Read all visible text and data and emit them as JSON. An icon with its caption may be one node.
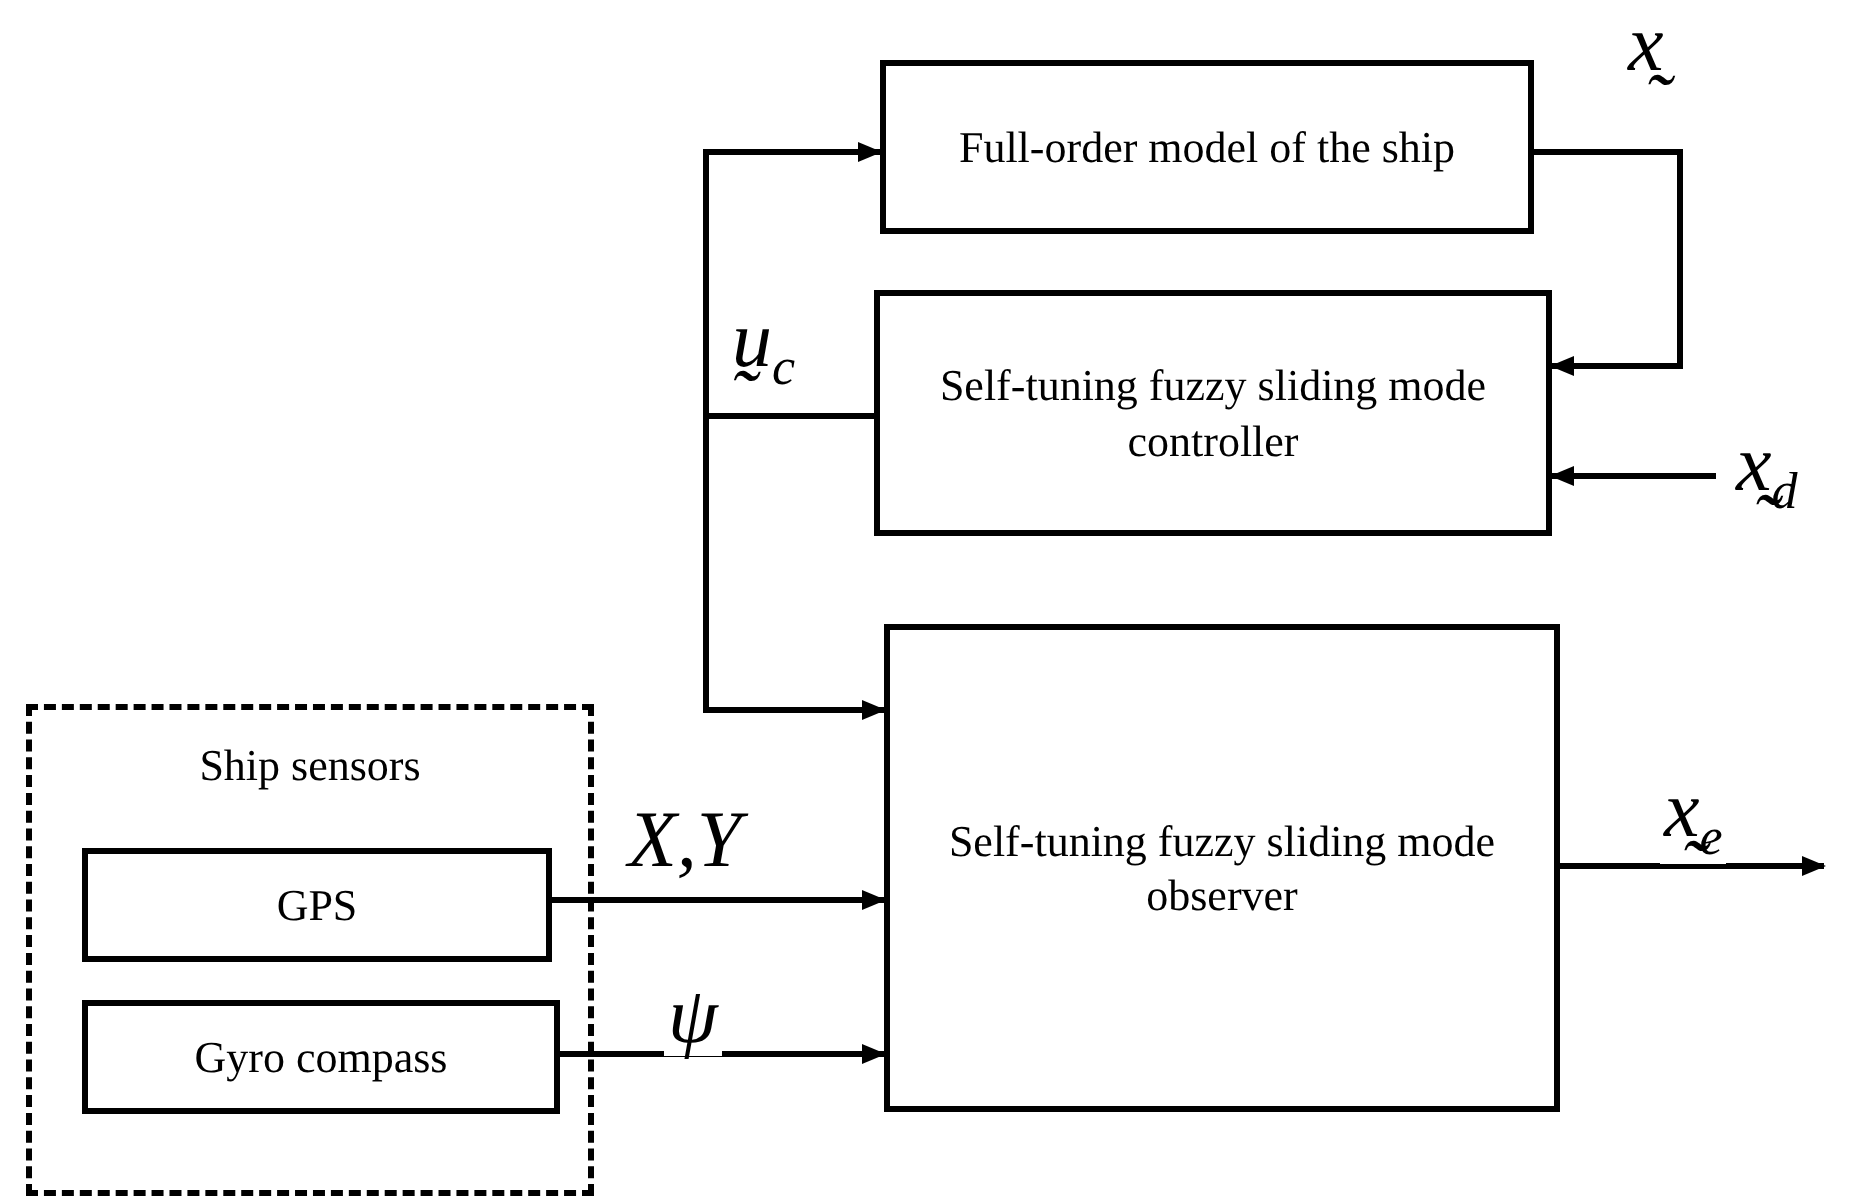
{
  "diagram": {
    "nodes": [
      {
        "text": [
          "Full-order model of the ship"
        ]
      },
      {
        "text": [
          "Self-tuning fuzzy sliding mode controller"
        ]
      },
      {
        "text": [
          "Self-tuning fuzzy sliding mode observer"
        ]
      },
      {
        "text": [
          "Ship sensors"
        ]
      },
      {
        "text": [
          "GPS"
        ],
        "in": 3
      },
      {
        "text": [
          "Gyro compass"
        ],
        "in": 3
      }
    ],
    "edges": [
      {
        "from": 0,
        "to": 1,
        "arrow": "to",
        "label": "x̰"
      },
      {
        "from": 1,
        "to": 0,
        "arrow": "to",
        "label": "ṵ$_{c}$"
      },
      {
        "from": 1,
        "to": 2,
        "arrow": "to"
      },
      {
        "from": null,
        "to": 1,
        "arrow": "to",
        "label": "x̰$_{d}$"
      },
      {
        "from": 4,
        "to": 2,
        "arrow": "to",
        "label": "X,Y"
      },
      {
        "from": 5,
        "to": 2,
        "arrow": "to",
        "label": "ψ"
      },
      {
        "from": 2,
        "to": null,
        "arrow": "to",
        "label": "x̰$_{e}$"
      }
    ]
  }
}
